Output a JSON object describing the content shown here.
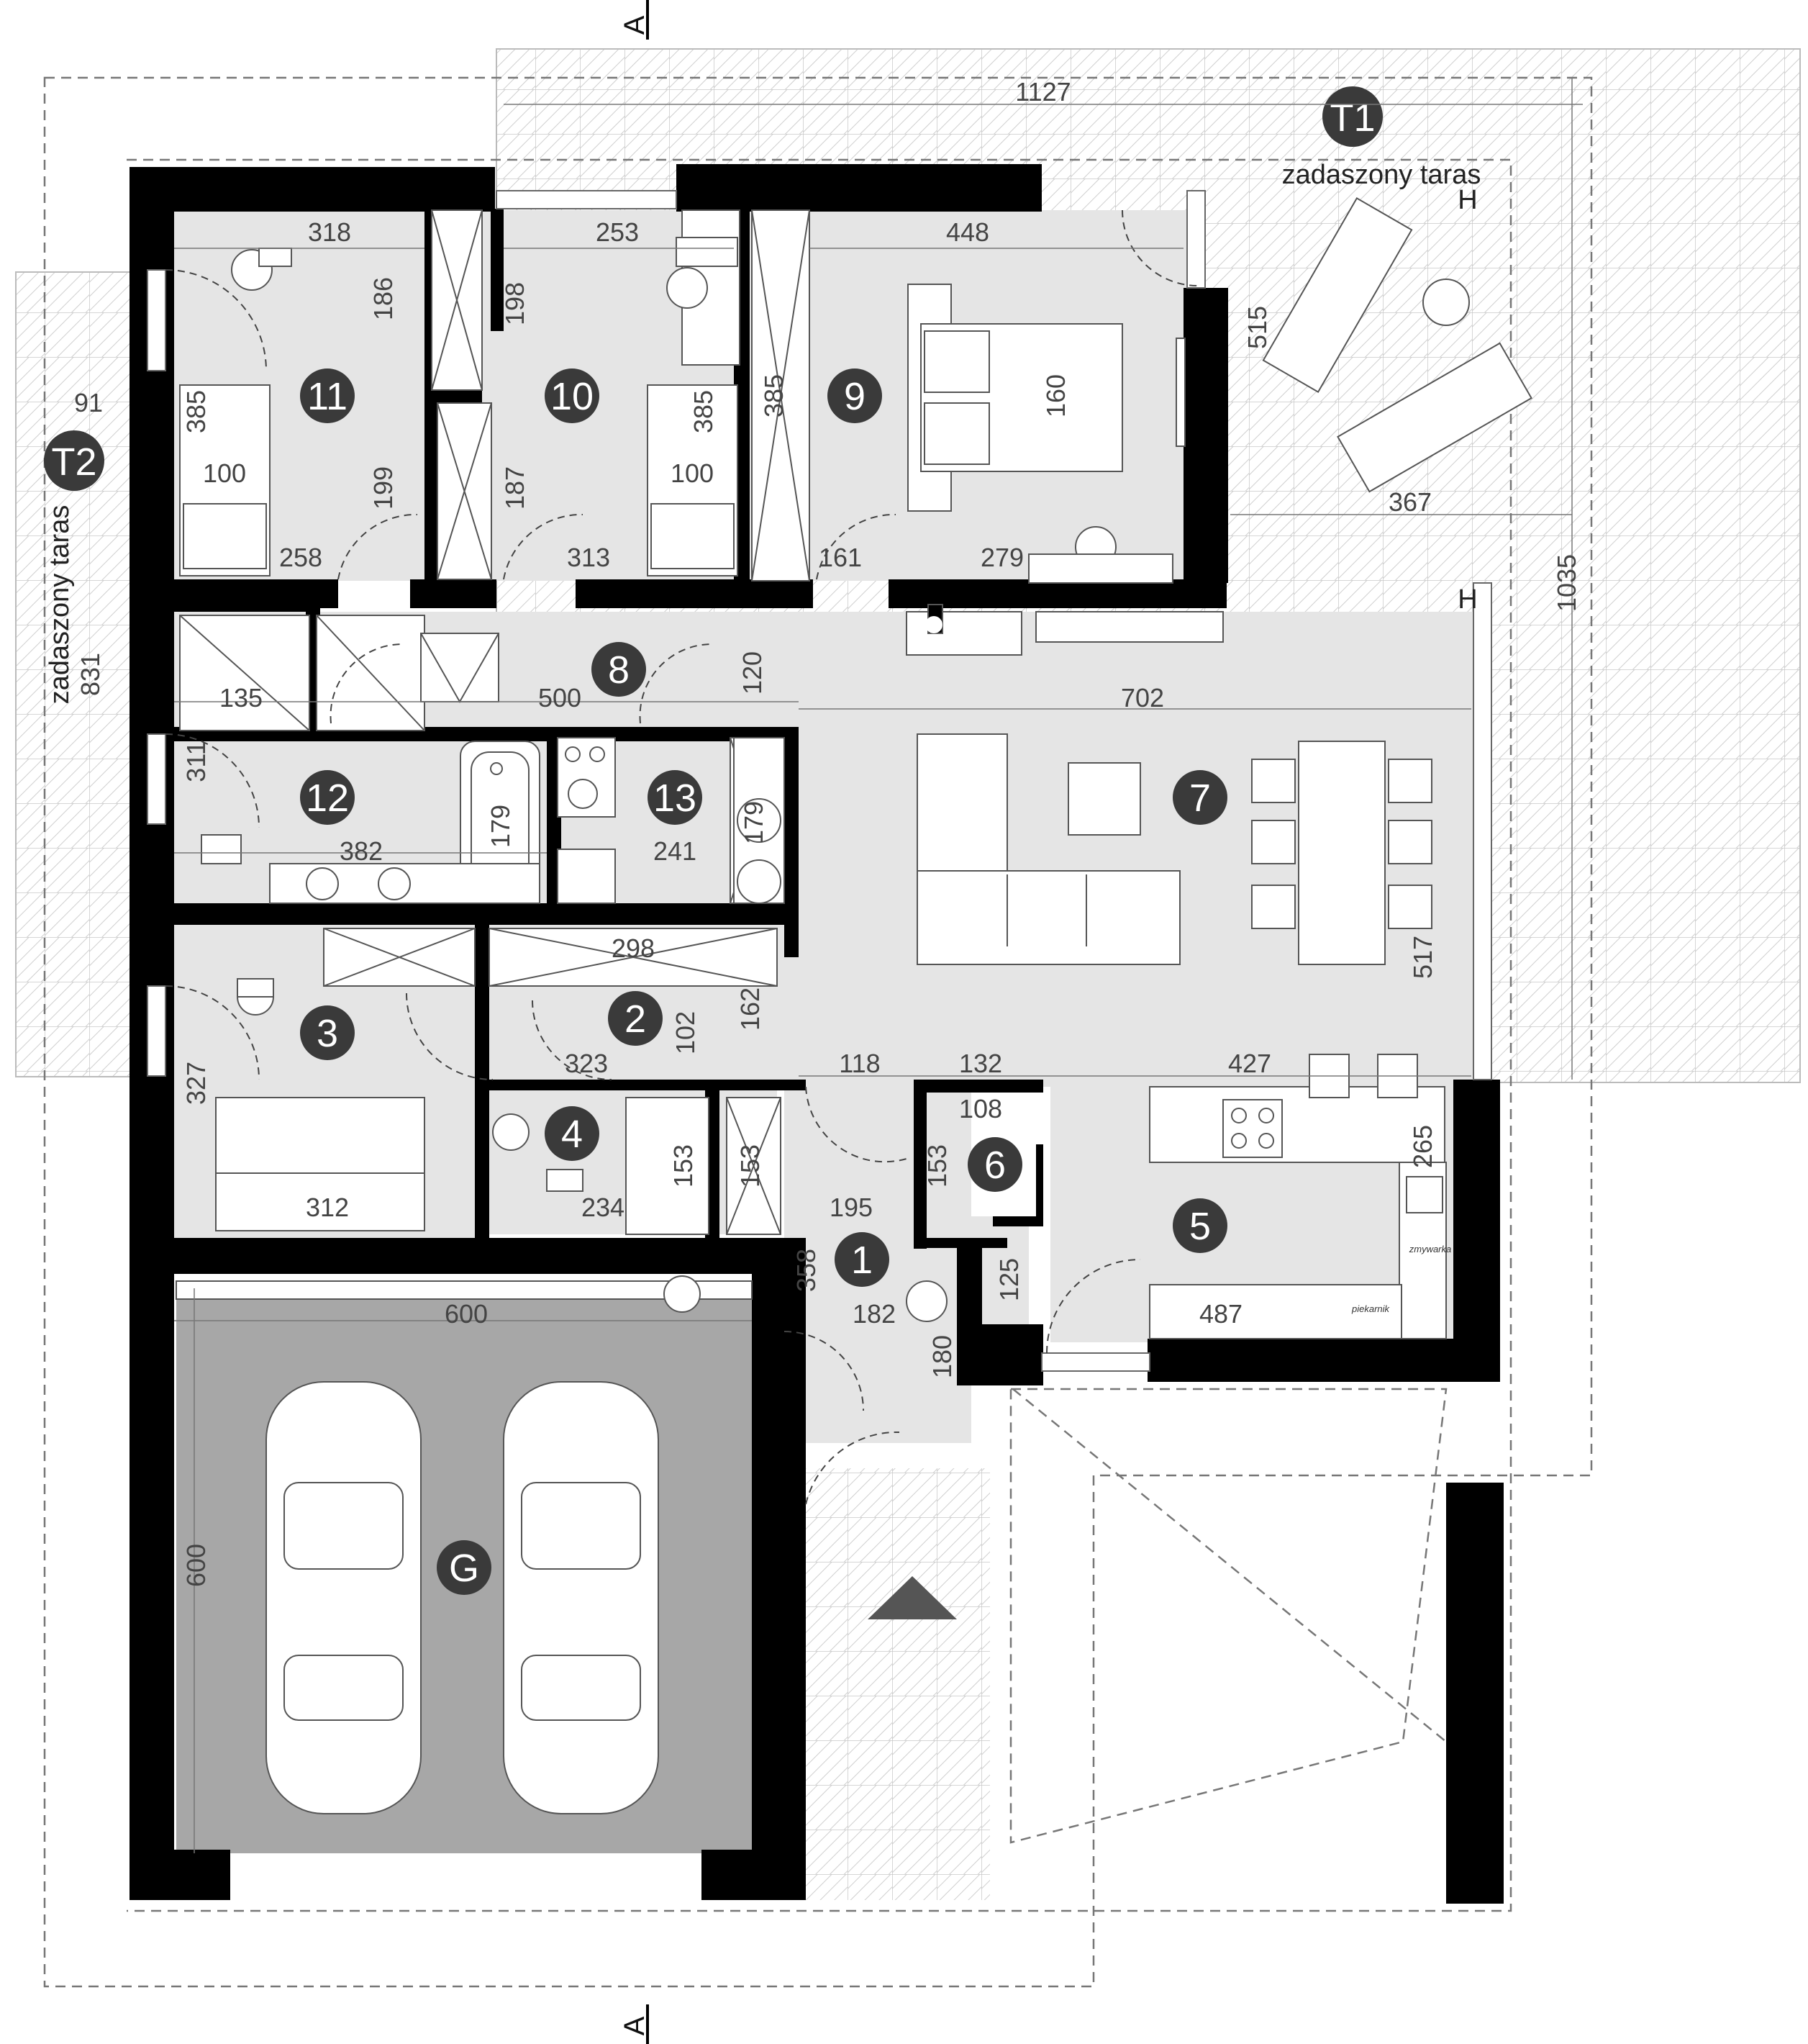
{
  "sections": {
    "top": "A",
    "bottom": "A"
  },
  "terraces": {
    "t1": {
      "marker": "T1",
      "label": "zadaszony taras"
    },
    "t2": {
      "marker": "T2",
      "label": "zadaszony taras"
    }
  },
  "level_marks": [
    "H",
    "H"
  ],
  "rooms": [
    "1",
    "2",
    "3",
    "4",
    "5",
    "6",
    "7",
    "8",
    "9",
    "10",
    "11",
    "12",
    "13",
    "G"
  ],
  "appliance_labels": {
    "dishwasher": "zmywarka",
    "oven": "piekarnik"
  },
  "dimensions": {
    "terrace_width": "1127",
    "total_length": "1035",
    "t2_depth": "91",
    "t2_length": "831",
    "t1_depth": "515",
    "t1_width": "367",
    "r11_w": "318",
    "r11_h": "186",
    "r11_bed_h": "385",
    "r11_bed_w": "100",
    "r11_closet": "199",
    "r11_bottom": "258",
    "r10_w": "253",
    "r10_h": "198",
    "r10_bed_h": "385",
    "r10_bed_w": "100",
    "r10_closet": "187",
    "r10_bottom": "313",
    "r9_w": "448",
    "r9_closet": "385",
    "r9_bed": "160",
    "r9_bottom_a": "161",
    "r9_bottom_b": "279",
    "hall_135": "135",
    "hall_w": "500",
    "hall_h": "120",
    "living_w": "702",
    "living_h": "517",
    "r12_h": "311",
    "r12_w": "382",
    "r12_tub": "179",
    "r13_w": "241",
    "r13_h": "179",
    "r2_w": "298",
    "r2_h": "102",
    "r2_side": "162",
    "r3_h": "327",
    "r3_w": "312",
    "r4_w": "323",
    "r4_bottom": "234",
    "r4_h": "153",
    "r4_h2": "153",
    "r1_a": "118",
    "r1_w": "195",
    "r1_h": "358",
    "r1_bottom": "182",
    "r1_h2": "180",
    "r6_a": "132",
    "r6_w": "108",
    "r6_h": "153",
    "r6_h2": "125",
    "kitchen_w": "427",
    "kitchen_h": "265",
    "kitchen_bottom": "487",
    "garage_w": "600",
    "garage_h": "600"
  }
}
